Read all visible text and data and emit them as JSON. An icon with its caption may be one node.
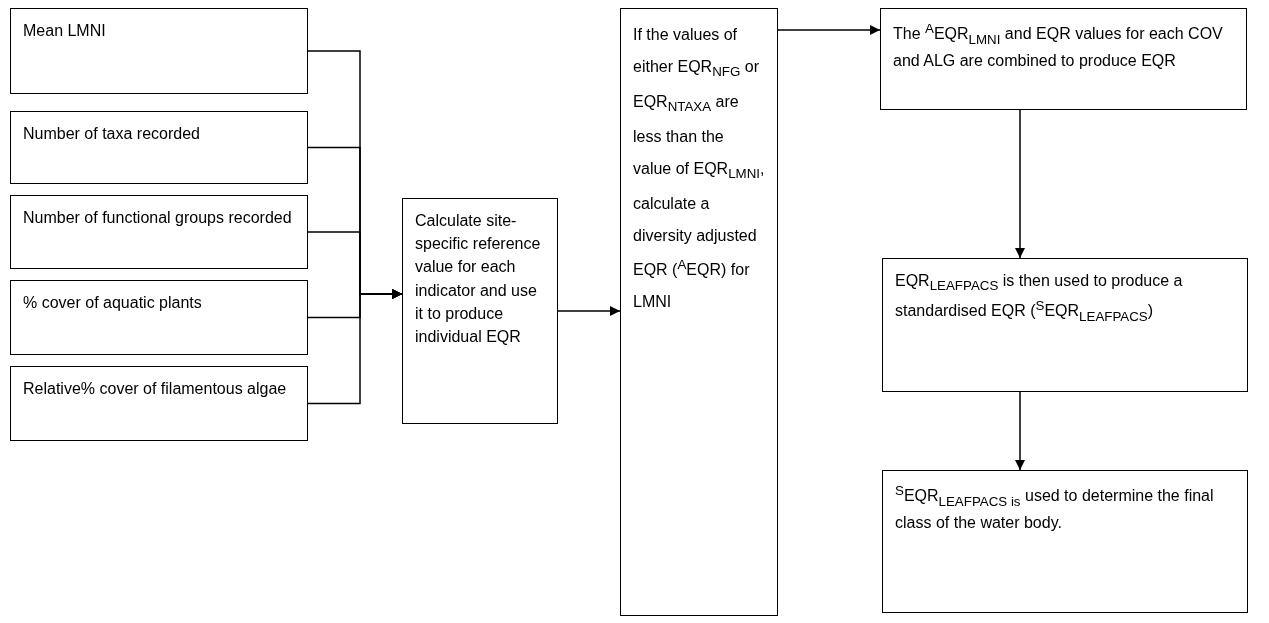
{
  "diagram": {
    "nodes": [
      {
        "text": [
          "Mean LMNI"
        ]
      },
      {
        "text": [
          "Number of taxa recorded"
        ]
      },
      {
        "text": [
          "Number of functional groups recorded"
        ]
      },
      {
        "text": [
          "% cover of aquatic plants"
        ]
      },
      {
        "text": [
          "Relative% cover of filamentous algae"
        ]
      },
      {
        "text": [
          "Calculate site-specific reference value for each indicator and use it to produce individual EQR"
        ]
      },
      {
        "text": [
          "If the values of either EQR$_{NFG}$ or EQR$_{NTAXA}$ are less than the value of EQR$_{LMNI}$, calculate a diversity adjusted EQR ($^{A}$EQR) for LMNI"
        ]
      },
      {
        "text": [
          "The $^{A}$EQR$_{LMNI}$ and EQR values for each COV and ALG are combined to produce EQR"
        ]
      },
      {
        "text": [
          "EQR$_{LEAFPACS}$ is then used to produce a standardised EQR ($^{S}$EQR$_{LEAFPACS}$)"
        ]
      },
      {
        "text": [
          "$^{S}$EQR$_{LEAFPACS is}$ used to determine the final class of the water body."
        ]
      }
    ],
    "edges": [
      {
        "from": 0,
        "to": 5,
        "arrow": "to"
      },
      {
        "from": 1,
        "to": 5,
        "arrow": "to"
      },
      {
        "from": 2,
        "to": 5,
        "arrow": "to"
      },
      {
        "from": 3,
        "to": 5,
        "arrow": "to"
      },
      {
        "from": 4,
        "to": 5,
        "arrow": "to"
      },
      {
        "from": 5,
        "to": 6,
        "arrow": "to"
      },
      {
        "from": 6,
        "to": 7,
        "arrow": "to"
      },
      {
        "from": 7,
        "to": 8,
        "arrow": "to"
      },
      {
        "from": 8,
        "to": 9,
        "arrow": "to"
      }
    ]
  }
}
